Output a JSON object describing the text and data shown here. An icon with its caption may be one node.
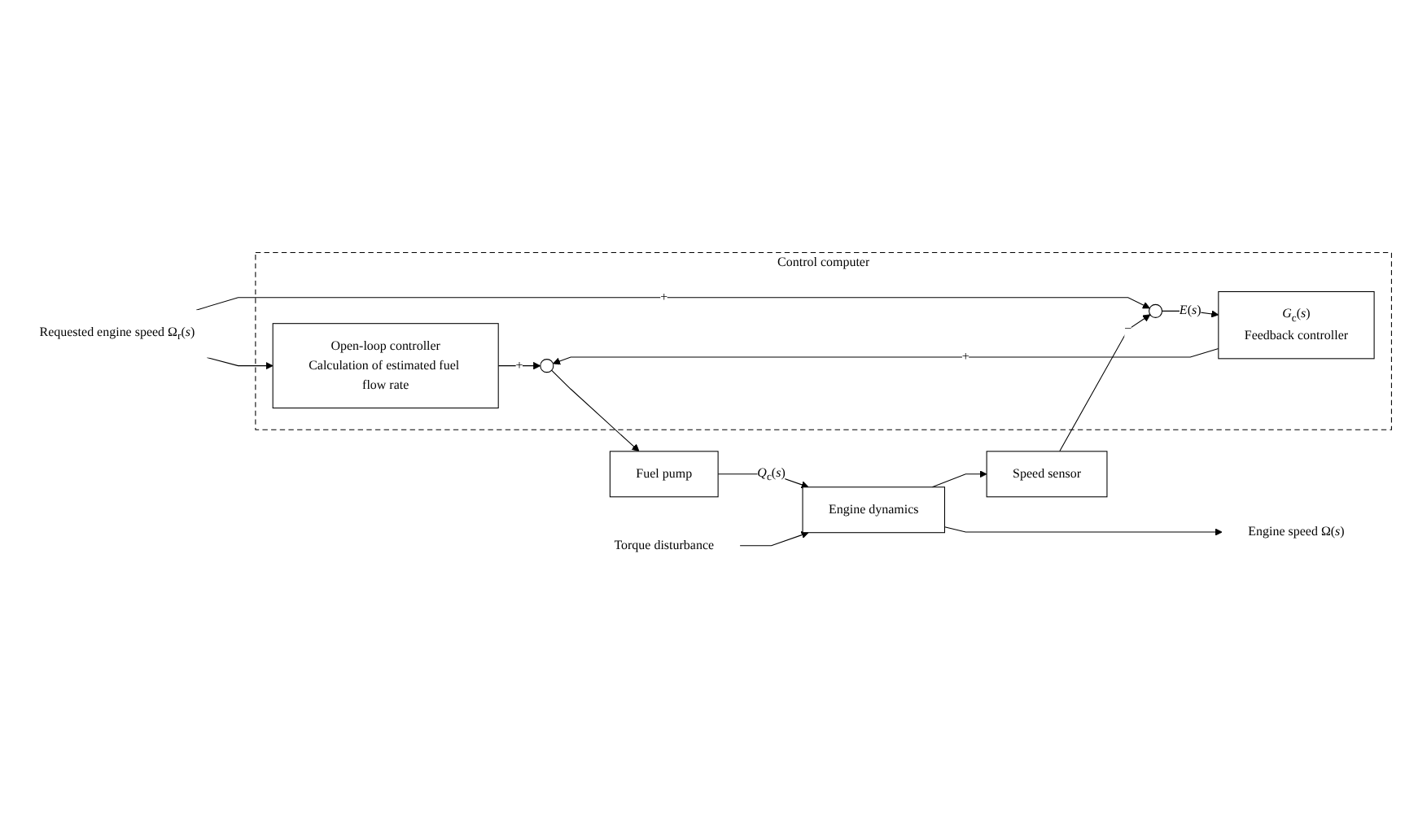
{
  "diagram": {
    "nodes": [
      {
        "text": [
          "Control computer"
        ]
      },
      {
        "text": [
          "Open-loop controller",
          "Calculation of estimated fuel flow rate"
        ],
        "in": 0
      },
      {
        "text": [],
        "shape": "circle",
        "in": 0
      },
      {
        "text": [
          "*G*$_{c}$(*s*)",
          "Feedback controller"
        ],
        "in": 0
      },
      {
        "text": [],
        "shape": "circle",
        "in": 0
      },
      {
        "text": [
          "Fuel pump"
        ]
      },
      {
        "text": [
          "Engine dynamics"
        ]
      },
      {
        "text": [
          "Speed sensor"
        ]
      },
      {
        "text": [
          "Requested engine speed Ω$_{r}$(*s*)"
        ]
      },
      {
        "text": [
          "Torque disturbance"
        ]
      },
      {
        "text": [
          "Engine speed Ω(*s*)"
        ]
      }
    ],
    "edges": [
      {
        "from": 8,
        "to": 2,
        "arrow": "to",
        "label": "+"
      },
      {
        "from": 8,
        "to": 1,
        "arrow": "to"
      },
      {
        "from": 2,
        "to": 3,
        "arrow": "to",
        "label": "*E*(*s*)"
      },
      {
        "from": 1,
        "to": 4,
        "arrow": "to",
        "label": "+"
      },
      {
        "from": 3,
        "to": 4,
        "arrow": "to",
        "label": "+"
      },
      {
        "from": 4,
        "to": 5,
        "arrow": "to"
      },
      {
        "from": 5,
        "to": 6,
        "arrow": "to",
        "label": "*Q*$_{c}$(*s*)"
      },
      {
        "from": 9,
        "to": 6,
        "arrow": "to"
      },
      {
        "from": 6,
        "to": 10,
        "arrow": "to"
      },
      {
        "from": 6,
        "to": 7,
        "arrow": "to"
      },
      {
        "from": 7,
        "to": 2,
        "arrow": "to",
        "label": "−"
      }
    ]
  }
}
